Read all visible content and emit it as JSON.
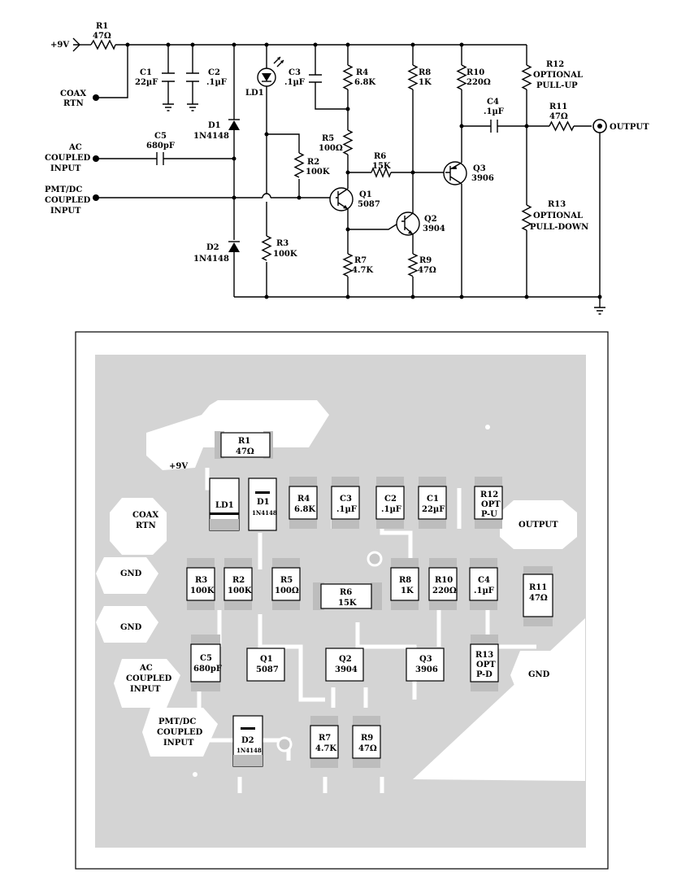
{
  "schematic": {
    "supply": "+9V",
    "coax_rtn": [
      "COAX",
      "RTN"
    ],
    "ac_input": [
      "AC",
      "COUPLED",
      "INPUT"
    ],
    "pmt_input": [
      "PMT/DC",
      "COUPLED",
      "INPUT"
    ],
    "output": "OUTPUT",
    "components": {
      "R1": [
        "R1",
        "47Ω"
      ],
      "C1": [
        "C1",
        "22µF"
      ],
      "C2": [
        "C2",
        ".1µF"
      ],
      "C3": [
        "C3",
        ".1µF"
      ],
      "C4": [
        "C4",
        ".1µF"
      ],
      "C5": [
        "C5",
        "680pF"
      ],
      "LD1": [
        "LD1"
      ],
      "D1": [
        "D1",
        "1N4148"
      ],
      "D2": [
        "D2",
        "1N4148"
      ],
      "R2": [
        "R2",
        "100K"
      ],
      "R3": [
        "R3",
        "100K"
      ],
      "R4": [
        "R4",
        "6.8K"
      ],
      "R5": [
        "R5",
        "100Ω"
      ],
      "R6": [
        "R6",
        "15K"
      ],
      "R7": [
        "R7",
        "4.7K"
      ],
      "R8": [
        "R8",
        "1K"
      ],
      "R9": [
        "R9",
        "47Ω"
      ],
      "R10": [
        "R10",
        "220Ω"
      ],
      "R11": [
        "R11",
        "47Ω"
      ],
      "R12": [
        "R12",
        "OPTIONAL",
        "PULL-UP"
      ],
      "R13": [
        "R13",
        "OPTIONAL",
        "PULL-DOWN"
      ],
      "Q1": [
        "Q1",
        "5087"
      ],
      "Q2": [
        "Q2",
        "3904"
      ],
      "Q3": [
        "Q3",
        "3906"
      ]
    }
  },
  "board": {
    "pads": {
      "supply": "+9V",
      "coax_rtn": [
        "COAX",
        "RTN"
      ],
      "gnd1": "GND",
      "gnd2": "GND",
      "gnd3": "GND",
      "output": "OUTPUT",
      "ac_input": [
        "AC",
        "COUPLED",
        "INPUT"
      ],
      "pmt_input": [
        "PMT/DC",
        "COUPLED",
        "INPUT"
      ]
    },
    "parts": {
      "R1": [
        "R1",
        "47Ω"
      ],
      "LD1": [
        "LD1"
      ],
      "D1": [
        "D1",
        "1N4148"
      ],
      "R4": [
        "R4",
        "6.8K"
      ],
      "C3": [
        "C3",
        ".1µF"
      ],
      "C2": [
        "C2",
        ".1µF"
      ],
      "C1": [
        "C1",
        "22µF"
      ],
      "R12": [
        "R12",
        "OPT",
        "P-U"
      ],
      "R3": [
        "R3",
        "100K"
      ],
      "R2": [
        "R2",
        "100K"
      ],
      "R5": [
        "R5",
        "100Ω"
      ],
      "R6": [
        "R6",
        "15K"
      ],
      "R8": [
        "R8",
        "1K"
      ],
      "R10": [
        "R10",
        "220Ω"
      ],
      "C4": [
        "C4",
        ".1µF"
      ],
      "R11": [
        "R11",
        "47Ω"
      ],
      "C5": [
        "C5",
        "680pF"
      ],
      "Q1": [
        "Q1",
        "5087"
      ],
      "Q2": [
        "Q2",
        "3904"
      ],
      "Q3": [
        "Q3",
        "3906"
      ],
      "R13": [
        "R13",
        "OPT",
        "P-D"
      ],
      "D2": [
        "D2",
        "1N4148"
      ],
      "R7": [
        "R7",
        "4.7K"
      ],
      "R9": [
        "R9",
        "47Ω"
      ]
    }
  }
}
